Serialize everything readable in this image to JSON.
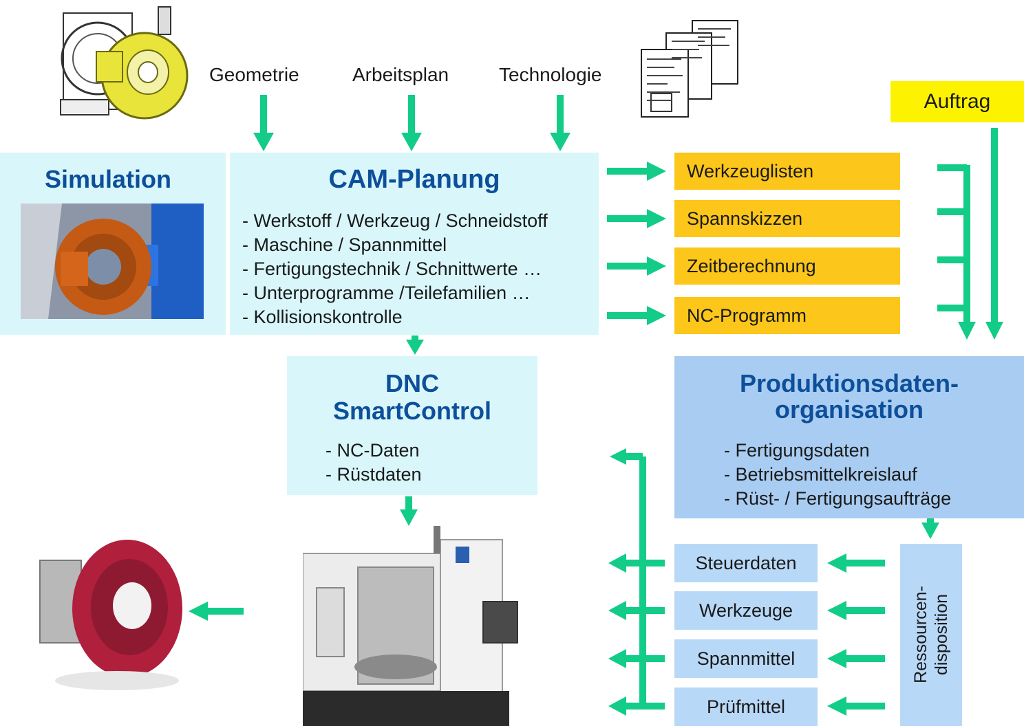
{
  "inputs": {
    "geometrie": "Geometrie",
    "arbeitsplan": "Arbeitsplan",
    "technologie": "Technologie"
  },
  "simulation": {
    "title": "Simulation"
  },
  "cam": {
    "title": "CAM-Planung",
    "items": [
      "- Werkstoff / Werkzeug / Schneidstoff",
      "- Maschine / Spannmittel",
      "- Fertigungstechnik / Schnittwerte …",
      "- Unterprogramme /Teilefamilien …",
      "- Kollisionskontrolle"
    ]
  },
  "outputs": [
    "Werkzeuglisten",
    "Spannskizzen",
    "Zeitberechnung",
    "NC-Programm"
  ],
  "auftrag": "Auftrag",
  "dnc": {
    "title_line1": "DNC",
    "title_line2": "SmartControl",
    "items": [
      "- NC-Daten",
      "- Rüstdaten"
    ]
  },
  "pdo": {
    "title_line1": "Produktionsdaten-",
    "title_line2": "organisation",
    "items": [
      "- Fertigungsdaten",
      "- Betriebsmittelkreislauf",
      "- Rüst- / Fertigungsaufträge"
    ]
  },
  "resources": [
    "Steuerdaten",
    "Werkzeuge",
    "Spannmittel",
    "Prüfmittel"
  ],
  "ressourcendisposition": {
    "line1": "Ressourcen-",
    "line2": "disposition"
  },
  "colors": {
    "arrow": "#12cc88",
    "title_blue": "#0d4f9a",
    "cam_box": "#d9f7fb",
    "output_box": "#fcc61a",
    "auftrag_box": "#fdf200",
    "pdo_box": "#a9cdf2",
    "resource_box": "#b8d8f7"
  },
  "icons": [
    "cad-model-icon",
    "drawings-icon",
    "simulation-image",
    "machine-tool-image",
    "finished-part-image"
  ]
}
